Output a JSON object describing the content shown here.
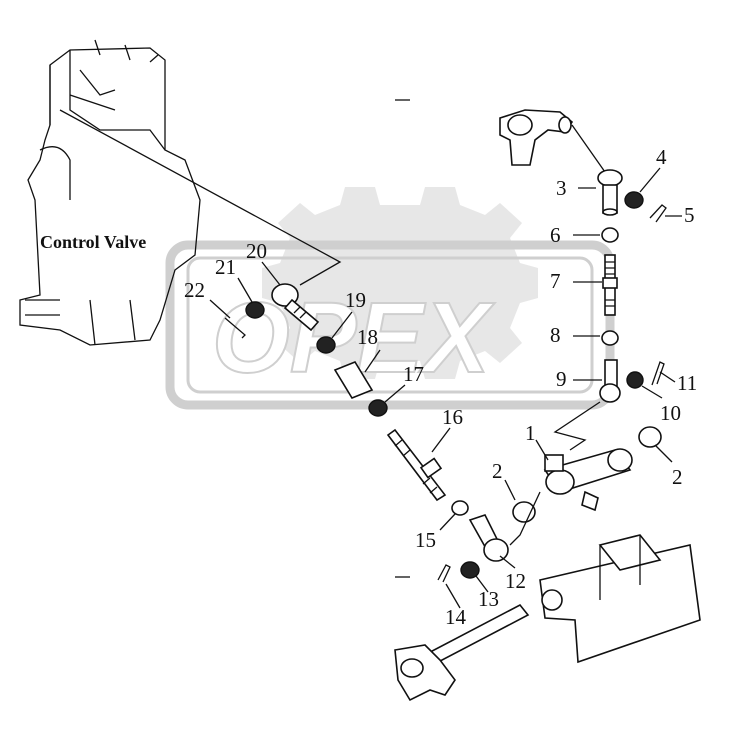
{
  "diagram": {
    "component_label": "Control Valve",
    "watermark": "OPEX",
    "callouts": [
      "1",
      "2",
      "2",
      "3",
      "4",
      "5",
      "6",
      "7",
      "8",
      "9",
      "10",
      "11",
      "12",
      "13",
      "14",
      "15",
      "16",
      "17",
      "18",
      "19",
      "20",
      "21",
      "22"
    ]
  }
}
